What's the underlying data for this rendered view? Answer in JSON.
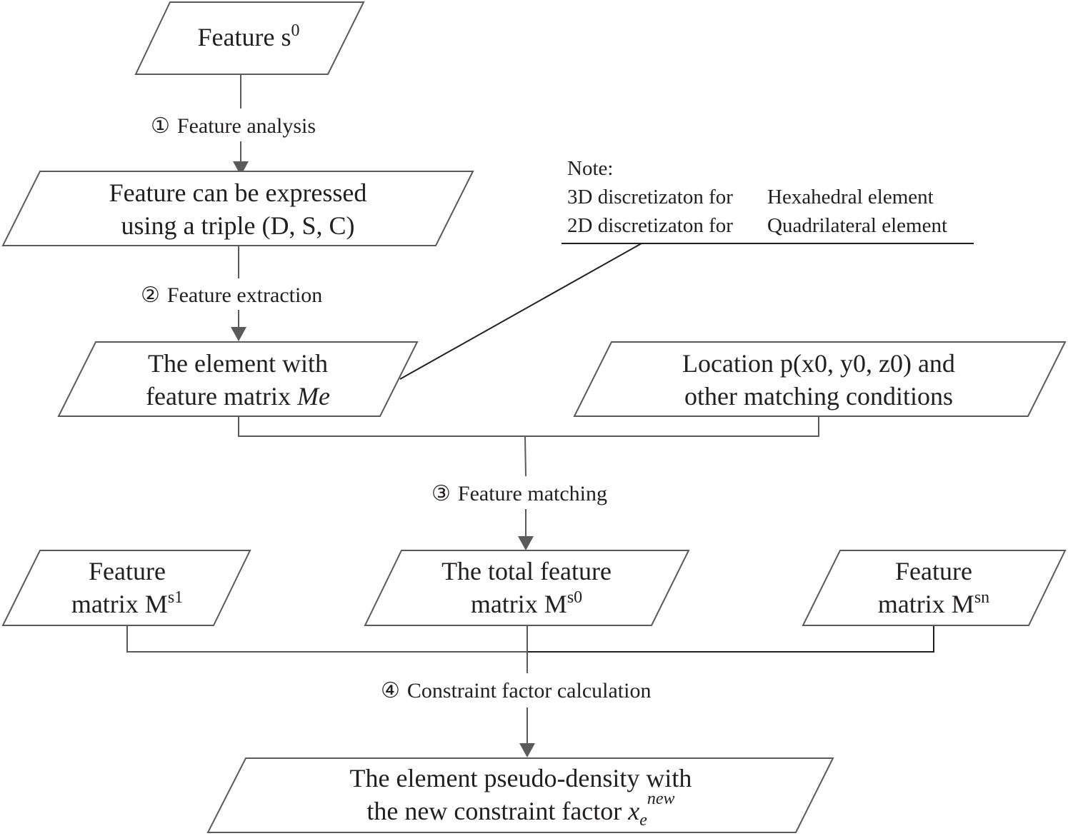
{
  "nodes": {
    "feature_s0": {
      "label": "Feature s",
      "sup": "0"
    },
    "triple": {
      "line1": "Feature can be expressed",
      "line2": "using a triple (D, S, C)"
    },
    "element_me": {
      "line1": "The element with",
      "line2_prefix": "feature matrix ",
      "line2_italic": "Me"
    },
    "location": {
      "line1": "Location p(x0, y0, z0) and",
      "line2": "other matching conditions"
    },
    "matrix_s1": {
      "line1": "Feature",
      "line2": "matrix M",
      "sup": "s1"
    },
    "matrix_total": {
      "line1": "The total feature",
      "line2": "matrix M",
      "sup": "s0"
    },
    "matrix_sn": {
      "line1": "Feature",
      "line2": "matrix M",
      "sup": "sn"
    },
    "pseudo_density": {
      "line1": "The element pseudo-density with",
      "line2_prefix": "the new constraint factor ",
      "var": "x",
      "sub": "e",
      "sup": "new"
    }
  },
  "steps": {
    "step1": {
      "num": "①",
      "label": "Feature analysis"
    },
    "step2": {
      "num": "②",
      "label": "Feature extraction"
    },
    "step3": {
      "num": "③",
      "label": "Feature matching"
    },
    "step4": {
      "num": "④",
      "label": "Constraint factor calculation"
    }
  },
  "note": {
    "title": "Note:",
    "row1_left": "3D discretizaton for",
    "row1_right": "Hexahedral element",
    "row2_left": "2D discretizaton for",
    "row2_right": "Quadrilateral element"
  }
}
